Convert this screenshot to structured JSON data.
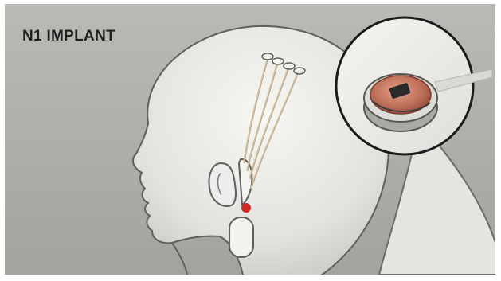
{
  "header": {
    "title": "N1 IMPLANT"
  },
  "illustration": {
    "subject": "head-with-brain-implant",
    "inset": "implant-device-close-up",
    "colors": {
      "background": "#adaea9",
      "head": "#e7e8e3",
      "outline": "#5e5f5c",
      "threads": "#d8c2a0",
      "copper": "#c0715a",
      "marker": "#cf2b26"
    }
  }
}
